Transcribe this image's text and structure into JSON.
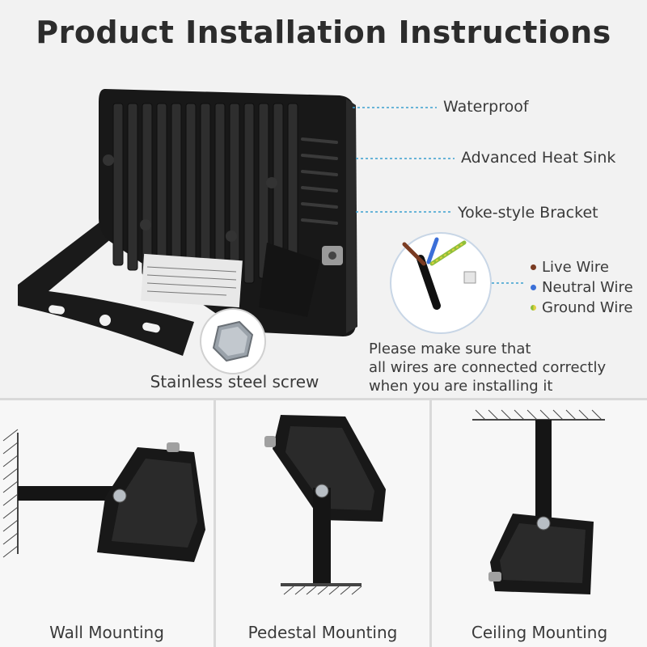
{
  "title": "Product Installation Instructions",
  "callouts": {
    "waterproof": "Waterproof",
    "heat_sink": "Advanced Heat Sink",
    "bracket": "Yoke-style Bracket",
    "screw": "Stainless steel screw"
  },
  "wires": [
    {
      "label": "Live Wire",
      "color": "#7a3b22"
    },
    {
      "label": "Neutral Wire",
      "color": "#3b6fd8"
    },
    {
      "label": "Ground Wire",
      "color": "#8fbf3a"
    }
  ],
  "note_lines": [
    "Please make sure that",
    "all wires are connected correctly",
    "when you are installing it"
  ],
  "mountings": [
    {
      "label": "Wall Mounting"
    },
    {
      "label": "Pedestal Mounting"
    },
    {
      "label": "Ceiling Mounting"
    }
  ],
  "colors": {
    "accent_line": "#3aa0d0",
    "housing": "#1c1c1c",
    "background": "#f2f2f2"
  }
}
